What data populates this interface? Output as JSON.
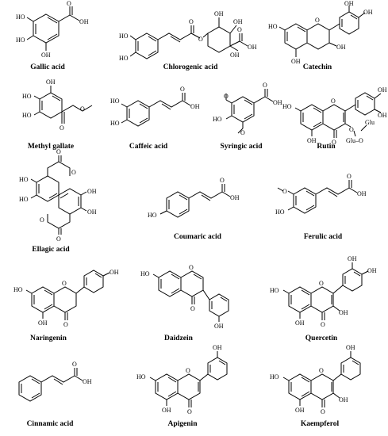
{
  "compounds": [
    {
      "name": "Gallic acid"
    },
    {
      "name": "Chlorogenic acid"
    },
    {
      "name": "Catechin"
    },
    {
      "name": "Methyl gallate"
    },
    {
      "name": "Caffeic acid"
    },
    {
      "name": "Syringic acid"
    },
    {
      "name": "Rutin"
    },
    {
      "name": "Ellagic acid"
    },
    {
      "name": "Coumaric acid"
    },
    {
      "name": "Ferulic acid"
    },
    {
      "name": "Naringenin"
    },
    {
      "name": "Daidzein"
    },
    {
      "name": "Quercetin"
    },
    {
      "name": "Cinnamic acid"
    },
    {
      "name": "Apigenin"
    },
    {
      "name": "Kaempferol"
    }
  ],
  "atom_labels": {
    "oh": "OH",
    "ho": "HO",
    "o": "O",
    "glu": "Glu",
    "glu_o": "Glu–O",
    "methoxy_o": "O"
  }
}
